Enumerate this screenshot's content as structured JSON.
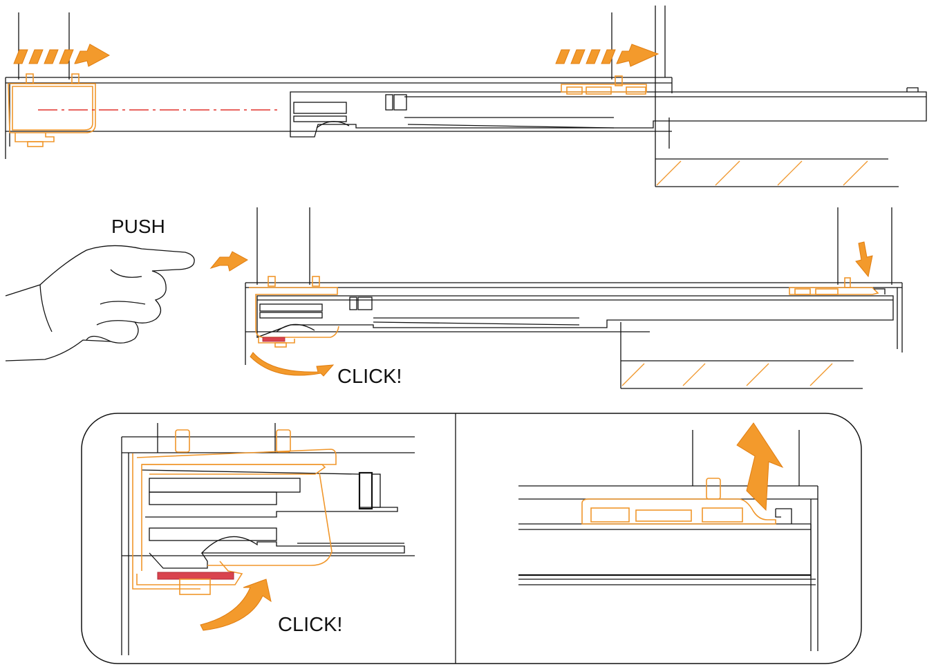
{
  "labels": {
    "push": "PUSH",
    "click_middle": "CLICK!",
    "click_detail": "CLICK!"
  },
  "colors": {
    "accent_orange": "#f39a2c",
    "latch_red": "#d9434e",
    "line_black": "#111111",
    "guide_red": "#e0302a"
  },
  "icons": {
    "hand": "pointing-hand-icon",
    "push_arrow": "striped-arrow-icon",
    "press_arrow": "down-arrow-icon",
    "rotate_arrow": "curved-arrow-icon"
  }
}
